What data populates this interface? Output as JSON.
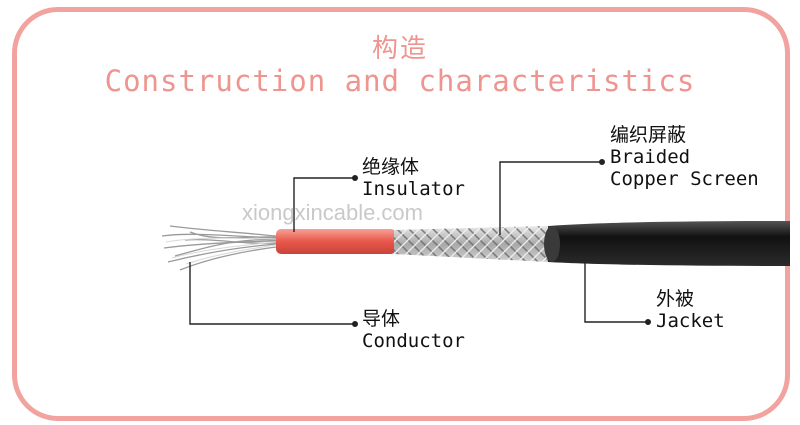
{
  "title": {
    "cn": "构造",
    "en": "Construction and characteristics"
  },
  "watermark": "xiongxincable.com",
  "labels": {
    "insulator": {
      "cn": "绝缘体",
      "en": "Insulator"
    },
    "conductor": {
      "cn": "导体",
      "en": "Conductor"
    },
    "screen": {
      "cn": "编织屏蔽",
      "en_line1": "Braided",
      "en_line2": "Copper Screen"
    },
    "jacket": {
      "cn": "外被",
      "en": "Jacket"
    }
  },
  "colors": {
    "frame": "#f2a3a0",
    "title": "#ee9590",
    "insulator": "#e8574a",
    "jacket": "#1e1e1e",
    "leader": "#222222"
  }
}
